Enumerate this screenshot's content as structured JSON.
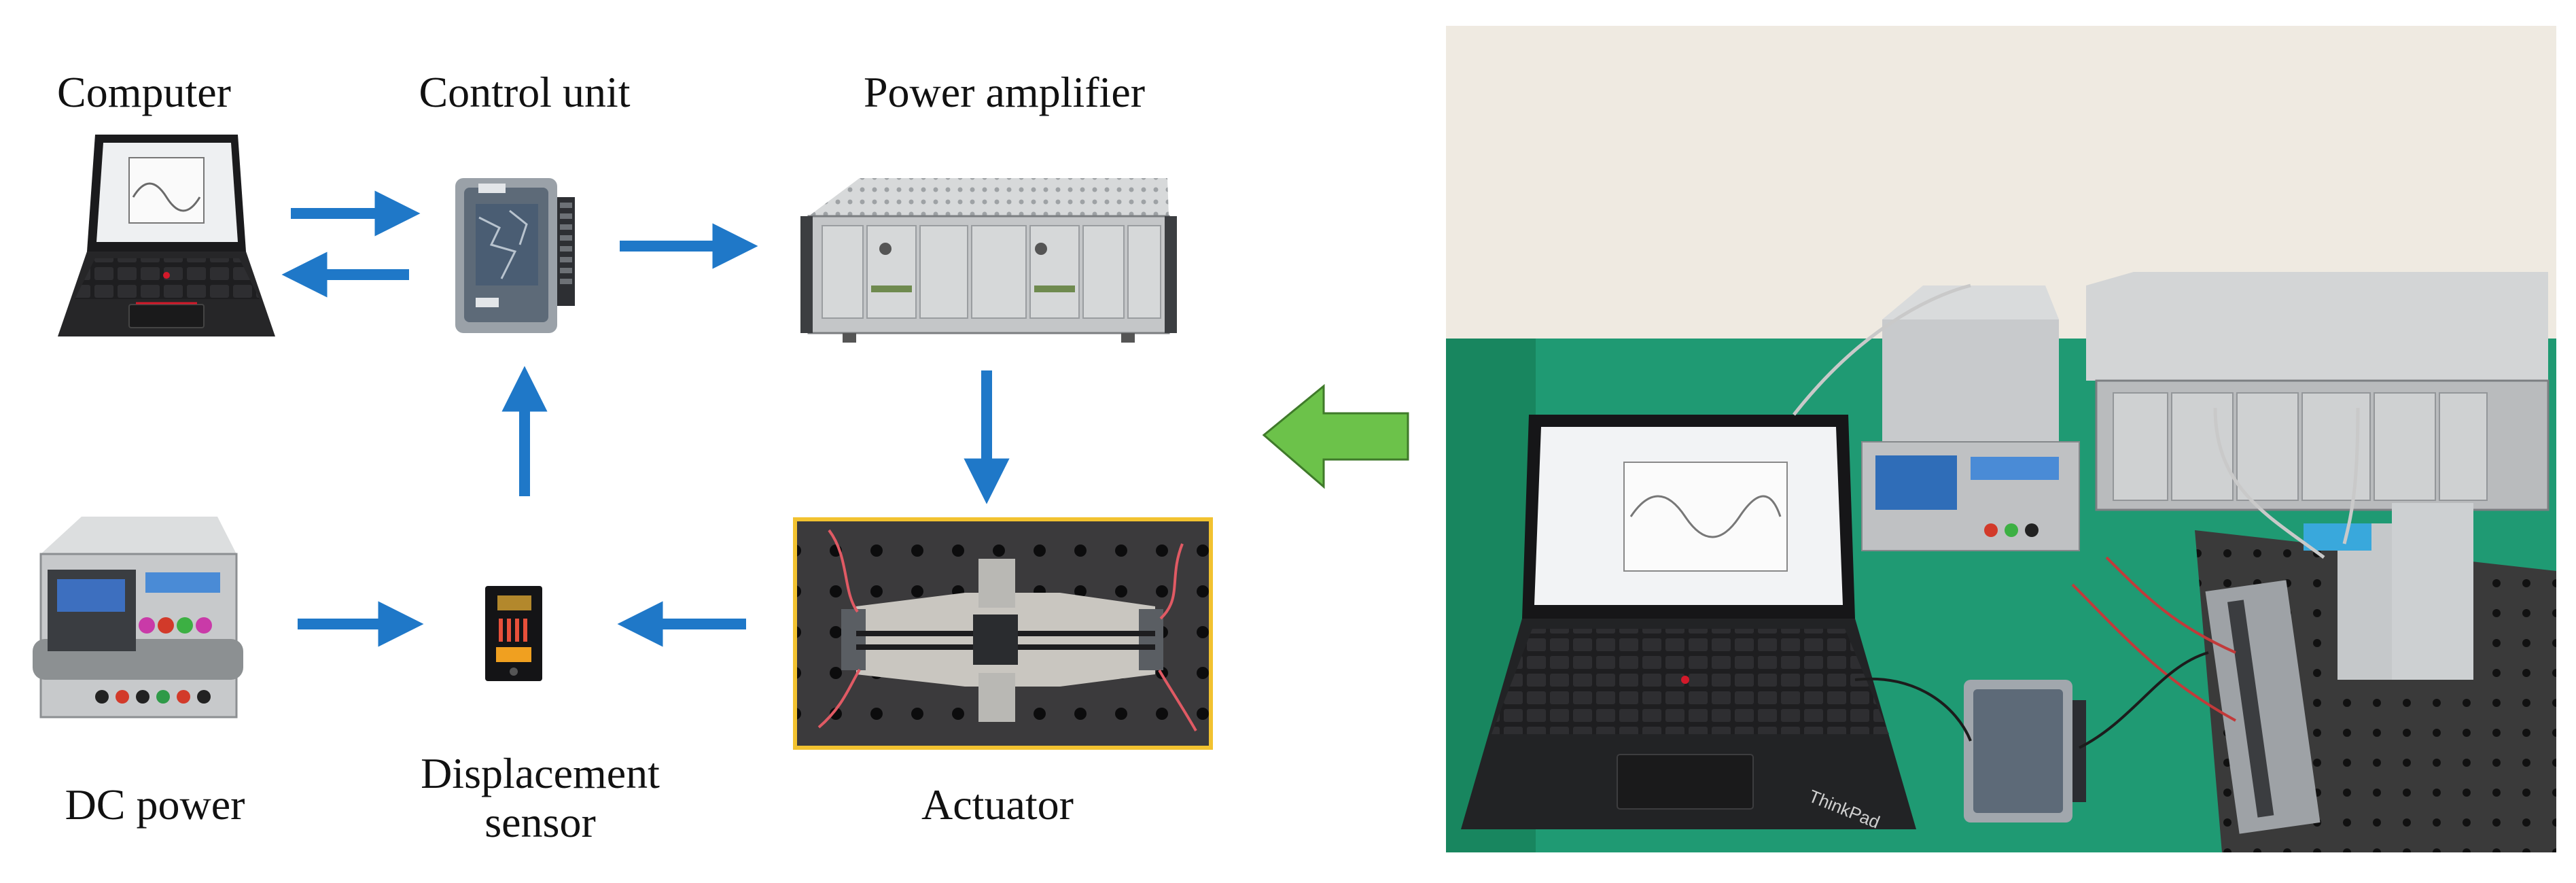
{
  "diagram": {
    "labels": {
      "computer": "Computer",
      "control_unit": "Control unit",
      "power_amplifier": "Power amplifier",
      "dc_power": "DC power",
      "displacement_sensor_line1": "Displacement",
      "displacement_sensor_line2": "sensor",
      "actuator": "Actuator"
    },
    "colors": {
      "flow_arrow": "#1f78c8",
      "photo_arrow": "#6cc24a",
      "actuator_frame": "#f2c230",
      "bench_green": "#1f9a73"
    },
    "photo_brand_text": "ThinkPad"
  }
}
